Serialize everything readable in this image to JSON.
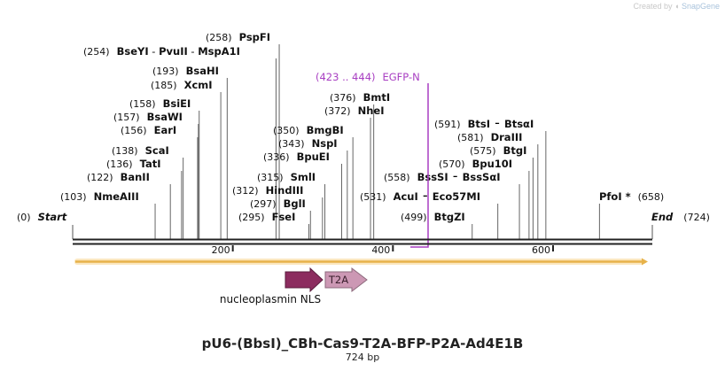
{
  "credit": {
    "prefix": "Created by",
    "brand": "SnapGene"
  },
  "title": "pU6-(BbsI)_CBh-Cas9-T2A-BFP-P2A-Ad4E1B",
  "subtitle": "724 bp",
  "ends": {
    "start_pos": "(0)",
    "start_label": "Start",
    "end_label": "End",
    "end_pos": "(724)"
  },
  "sequence_length": 724,
  "ticks": [
    {
      "value": 200,
      "label": "200"
    },
    {
      "value": 400,
      "label": "400"
    },
    {
      "value": 600,
      "label": "600"
    }
  ],
  "feature_range": {
    "pos": "(423 .. 444)",
    "name": "EGFP-N",
    "color": "#a83ec2"
  },
  "colors": {
    "backbone": "#222222",
    "orf": "#e7b24a",
    "nls": "#8c2c5f",
    "t2a": "#cc98b4",
    "t2a_text": "#3a1f2d",
    "feature": "#a83ec2"
  },
  "features": [
    {
      "label": "nucleoplasmin NLS",
      "kind": "arrow"
    },
    {
      "label": "T2A",
      "kind": "arrow"
    }
  ],
  "sites": [
    {
      "pos": "(254)",
      "names": [
        "BseYI",
        "PvuII",
        "MspA1I"
      ],
      "cut": 254
    },
    {
      "pos": "(258)",
      "names": [
        "PspFI"
      ],
      "cut": 258
    },
    {
      "pos": "(193)",
      "names": [
        "BsaHI"
      ],
      "cut": 193
    },
    {
      "pos": "(185)",
      "names": [
        "XcmI"
      ],
      "cut": 185
    },
    {
      "pos": "(158)",
      "names": [
        "BsiEI"
      ],
      "cut": 158
    },
    {
      "pos": "(157)",
      "names": [
        "BsaWI"
      ],
      "cut": 157
    },
    {
      "pos": "(156)",
      "names": [
        "EarI"
      ],
      "cut": 156
    },
    {
      "pos": "(138)",
      "names": [
        "ScaI"
      ],
      "cut": 138
    },
    {
      "pos": "(136)",
      "names": [
        "TatI"
      ],
      "cut": 136
    },
    {
      "pos": "(122)",
      "names": [
        "BanII"
      ],
      "cut": 122
    },
    {
      "pos": "(103)",
      "names": [
        "NmeAIII"
      ],
      "cut": 103
    },
    {
      "pos": "(376)",
      "names": [
        "BmtI"
      ],
      "cut": 376
    },
    {
      "pos": "(372)",
      "names": [
        "NheI"
      ],
      "cut": 372
    },
    {
      "pos": "(350)",
      "names": [
        "BmgBI"
      ],
      "cut": 350
    },
    {
      "pos": "(343)",
      "names": [
        "NspI"
      ],
      "cut": 343
    },
    {
      "pos": "(336)",
      "names": [
        "BpuEI"
      ],
      "cut": 336
    },
    {
      "pos": "(315)",
      "names": [
        "SmlI"
      ],
      "cut": 315
    },
    {
      "pos": "(312)",
      "names": [
        "HindIII"
      ],
      "cut": 312
    },
    {
      "pos": "(297)",
      "names": [
        "BglI"
      ],
      "cut": 297
    },
    {
      "pos": "(295)",
      "names": [
        "FseI"
      ],
      "cut": 295
    },
    {
      "pos": "(591)",
      "names": [
        "BtsI",
        "BtsαI"
      ],
      "cut": 591
    },
    {
      "pos": "(581)",
      "names": [
        "DraIII"
      ],
      "cut": 581
    },
    {
      "pos": "(575)",
      "names": [
        "BtgI"
      ],
      "cut": 575
    },
    {
      "pos": "(570)",
      "names": [
        "Bpu10I"
      ],
      "cut": 570
    },
    {
      "pos": "(558)",
      "names": [
        "BssSI",
        "BssSαI"
      ],
      "cut": 558
    },
    {
      "pos": "(531)",
      "names": [
        "AcuI",
        "Eco57MI"
      ],
      "cut": 531
    },
    {
      "pos": "(499)",
      "names": [
        "BtgZI"
      ],
      "cut": 499
    },
    {
      "pos": "(658)",
      "names": [
        "PfoI *"
      ],
      "cut": 658
    }
  ]
}
